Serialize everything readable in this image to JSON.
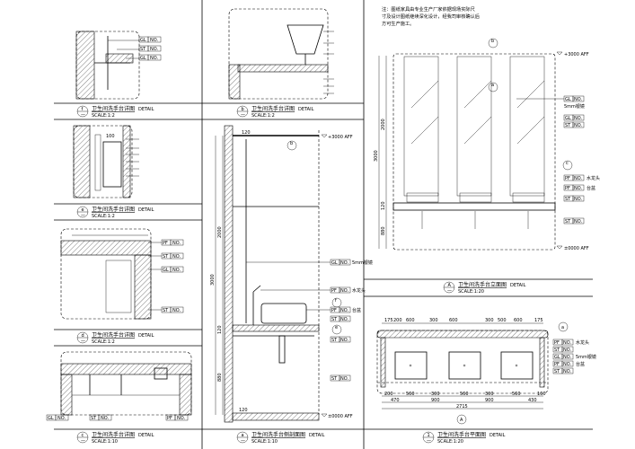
{
  "note": {
    "lines": [
      "注：图纸家具由专业生产厂家依据现场实际尺",
      "寸及设计图纸继续深化设计，经我司审核确认后",
      "方可生产施工。"
    ]
  },
  "details": {
    "f": {
      "id": "f",
      "title": "卫生间洗手台详图",
      "suffix": "DETAIL",
      "scale": "SCALE:1:2"
    },
    "e": {
      "id": "e",
      "title": "卫生间洗手台详图",
      "suffix": "DETAIL",
      "scale": "SCALE:1:2"
    },
    "d": {
      "id": "d",
      "title": "卫生间洗手台详图",
      "suffix": "DETAIL",
      "scale": "SCALE:1:2"
    },
    "c": {
      "id": "c",
      "title": "卫生间洗手台详图",
      "suffix": "DETAIL",
      "scale": "SCALE:1:10"
    },
    "b": {
      "id": "b",
      "title": "卫生间洗手台详图",
      "suffix": "DETAIL",
      "scale": "SCALE:1:2"
    },
    "a": {
      "id": "a",
      "title": "卫生间洗手台侧剖面图",
      "suffix": "DETAIL",
      "scale": "SCALE:1:10"
    },
    "A": {
      "id": "A",
      "title": "卫生间洗手台立面图",
      "suffix": "DETAIL",
      "scale": "SCALE:1:20"
    },
    "one": {
      "id": "1",
      "title": "卫生间洗手台平面图",
      "suffix": "DETAIL",
      "scale": "SCALE:1:20"
    }
  },
  "elevation": {
    "top_level": "+3000 AFF",
    "bottom_level": "±0000 AFF",
    "dims": [
      "3000",
      "2000",
      "120",
      "880"
    ],
    "tags": [
      {
        "code": "GL",
        "no": "NO.",
        "note": "5mm银镜"
      },
      {
        "code": "GL",
        "no": "NO.",
        "note": ""
      },
      {
        "code": "ST",
        "no": "NO.",
        "note": ""
      },
      {
        "code": "PF",
        "no": "NO.",
        "note": "水龙头"
      },
      {
        "code": "PF",
        "no": "NO.",
        "note": "台盆"
      },
      {
        "code": "ST",
        "no": "NO.",
        "note": ""
      },
      {
        "code": "ST",
        "no": "NO.",
        "note": ""
      }
    ],
    "callouts": [
      "b",
      "a",
      "c"
    ]
  },
  "section": {
    "top_level": "+3000 AFF",
    "bottom_level": "±0000 AFF",
    "dims": [
      "120",
      "3000",
      "2000",
      "120",
      "880",
      "120"
    ],
    "tags": [
      {
        "code": "GL",
        "no": "NO.",
        "note": "5mm银镜"
      },
      {
        "code": "PF",
        "no": "NO.",
        "note": "水龙头"
      },
      {
        "code": "PF",
        "no": "NO.",
        "note": "台盆"
      },
      {
        "code": "ST",
        "no": "NO.",
        "note": ""
      },
      {
        "code": "ST",
        "no": "NO.",
        "note": ""
      },
      {
        "code": "ST",
        "no": "NO.",
        "note": ""
      }
    ],
    "callouts": [
      "b",
      "f",
      "e"
    ]
  },
  "plan": {
    "top_dims": [
      "175",
      "200",
      "600",
      "300",
      "600",
      "300",
      "500",
      "600",
      "175"
    ],
    "bottom_dims_1": [
      "200",
      "560",
      "300",
      "560",
      "300",
      "560",
      "160"
    ],
    "bottom_dims_2": [
      "470",
      "900",
      "900",
      "430"
    ],
    "total": "2715",
    "tags": [
      {
        "code": "PF",
        "no": "NO.",
        "note": "水龙头"
      },
      {
        "code": "ST",
        "no": "NO.",
        "note": ""
      },
      {
        "code": "GL",
        "no": "NO.",
        "note": "5mm银镜"
      },
      {
        "code": "PF",
        "no": "NO.",
        "note": "台盆"
      },
      {
        "code": "ST",
        "no": "NO.",
        "note": ""
      }
    ],
    "section_mark": "a",
    "elevation_mark": "A"
  },
  "small_tags": {
    "f": [
      {
        "code": "GL",
        "no": "NO."
      },
      {
        "code": "ST",
        "no": "NO."
      },
      {
        "code": "GL",
        "no": "NO."
      }
    ],
    "d": [
      {
        "code": "PF",
        "no": "NO."
      },
      {
        "code": "ST",
        "no": "NO."
      },
      {
        "code": "GL",
        "no": "NO."
      },
      {
        "code": "ST",
        "no": "NO."
      }
    ],
    "c": [
      {
        "code": "GL",
        "no": "NO."
      },
      {
        "code": "ST",
        "no": "NO."
      },
      {
        "code": "PF",
        "no": "NO."
      }
    ],
    "e_dim": "100"
  }
}
